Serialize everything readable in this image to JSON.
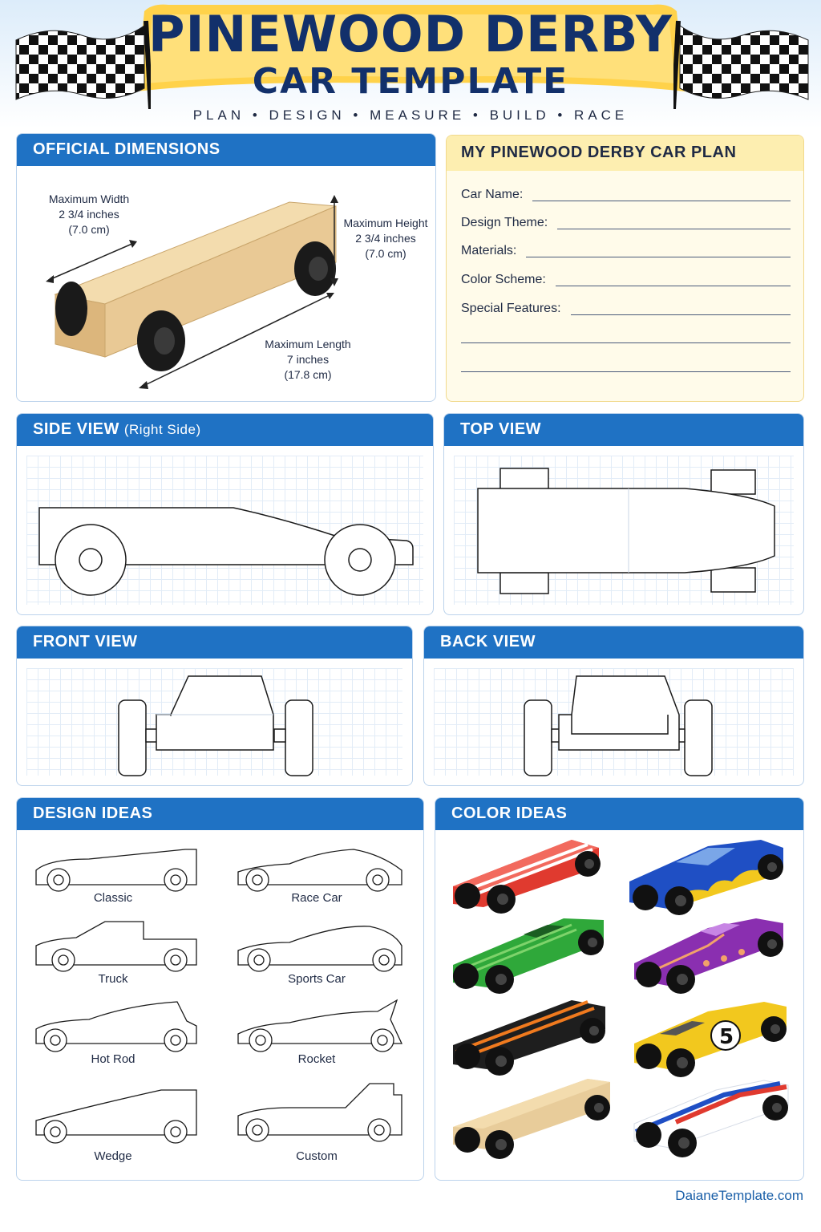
{
  "header": {
    "title_line1": "PINEWOOD DERBY",
    "title_line2": "CAR TEMPLATE",
    "tagline": "PLAN • DESIGN • MEASURE • BUILD • RACE"
  },
  "dimensions": {
    "heading": "OFFICIAL DIMENSIONS",
    "width": {
      "title": "Maximum Width",
      "inches": "2 3/4 inches",
      "cm": "(7.0 cm)"
    },
    "height": {
      "title": "Maximum Height",
      "inches": "2 3/4 inches",
      "cm": "(7.0 cm)"
    },
    "length": {
      "title": "Maximum Length",
      "inches": "7 inches",
      "cm": "(17.8 cm)"
    }
  },
  "plan": {
    "heading": "MY PINEWOOD DERBY CAR PLAN",
    "fields": [
      "Car Name:",
      "Design Theme:",
      "Materials:",
      "Color Scheme:",
      "Special Features:"
    ]
  },
  "views": {
    "side": {
      "heading": "SIDE VIEW",
      "sub": "(Right Side)"
    },
    "top": {
      "heading": "TOP VIEW"
    },
    "front": {
      "heading": "FRONT VIEW"
    },
    "back": {
      "heading": "BACK VIEW"
    }
  },
  "design_ideas": {
    "heading": "DESIGN IDEAS",
    "items": [
      "Classic",
      "Race Car",
      "Truck",
      "Sports Car",
      "Hot Rod",
      "Rocket",
      "Wedge",
      "Custom"
    ]
  },
  "color_ideas": {
    "heading": "COLOR IDEAS",
    "colors": [
      "#e03a2f",
      "#1f4fc4",
      "#2fa83a",
      "#8a2fb0",
      "#1e1e1e",
      "#f2c81e",
      "#e8cc9a",
      "#ffffff"
    ]
  },
  "footer": {
    "site": "DaianeTemplate.com"
  }
}
